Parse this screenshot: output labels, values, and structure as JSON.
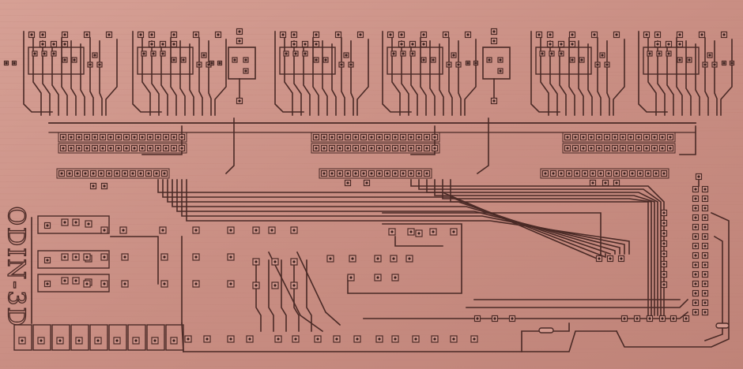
{
  "board": {
    "silkscreen_label": "ODIN-3D",
    "colors": {
      "substrate": "#c98e83",
      "copper_trace": "#4a2a26",
      "pad_fill": "#d49a8f",
      "drill_hole": "#3a211e",
      "grain": "#b97c72"
    },
    "visible_elements": [
      "pcb-board",
      "copper-traces",
      "solder-pads",
      "header-pin-rows",
      "silkscreen-label"
    ]
  }
}
